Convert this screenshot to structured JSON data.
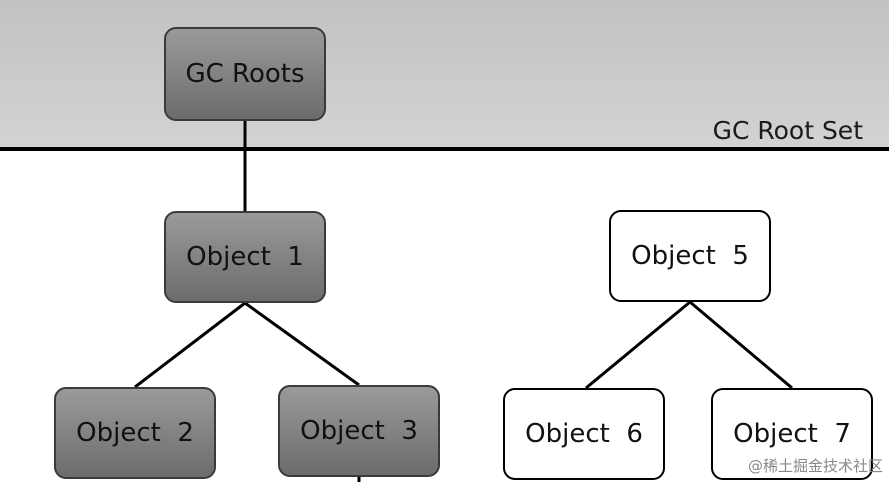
{
  "root_set": {
    "label": "GC Root Set"
  },
  "nodes": {
    "roots": "GC Roots",
    "obj1": "Object  1",
    "obj2": "Object  2",
    "obj3": "Object  3",
    "obj5": "Object  5",
    "obj6": "Object  6",
    "obj7": "Object  7"
  },
  "edges": [
    [
      "roots",
      "obj1"
    ],
    [
      "obj1",
      "obj2"
    ],
    [
      "obj1",
      "obj3"
    ],
    [
      "obj5",
      "obj6"
    ],
    [
      "obj5",
      "obj7"
    ]
  ],
  "colors": {
    "reachable_fill": "#808080",
    "unreachable_fill": "#ffffff",
    "root_set_band": "#cccccc",
    "line": "#000000"
  },
  "watermark": "@稀土掘金技术社区"
}
